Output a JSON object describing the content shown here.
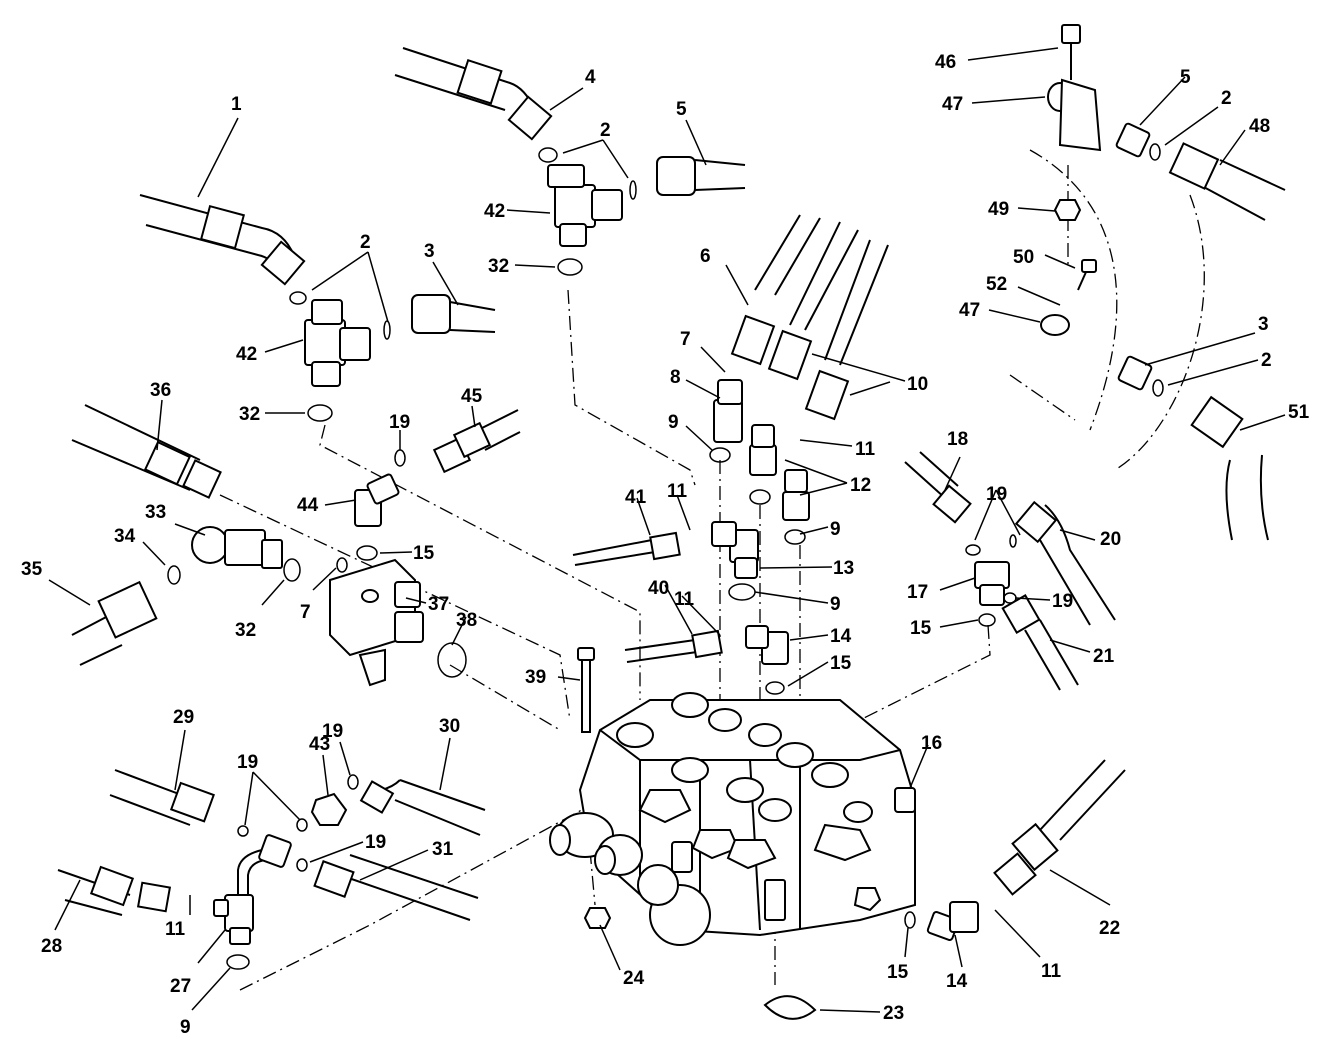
{
  "callouts": [
    {
      "id": "c1",
      "text": "1"
    },
    {
      "id": "c2a",
      "text": "2"
    },
    {
      "id": "c3a",
      "text": "3"
    },
    {
      "id": "c42a",
      "text": "42"
    },
    {
      "id": "c4",
      "text": "4"
    },
    {
      "id": "c2b",
      "text": "2"
    },
    {
      "id": "c5a",
      "text": "5"
    },
    {
      "id": "c42b",
      "text": "42"
    },
    {
      "id": "c32a",
      "text": "32"
    },
    {
      "id": "c6",
      "text": "6"
    },
    {
      "id": "c7a",
      "text": "7"
    },
    {
      "id": "c8",
      "text": "8"
    },
    {
      "id": "c10",
      "text": "10"
    },
    {
      "id": "c9a",
      "text": "9"
    },
    {
      "id": "c11a",
      "text": "11"
    },
    {
      "id": "c12",
      "text": "12"
    },
    {
      "id": "c36",
      "text": "36"
    },
    {
      "id": "c45",
      "text": "45"
    },
    {
      "id": "c32b",
      "text": "32"
    },
    {
      "id": "c19a",
      "text": "19"
    },
    {
      "id": "c44",
      "text": "44"
    },
    {
      "id": "c33",
      "text": "33"
    },
    {
      "id": "c34",
      "text": "34"
    },
    {
      "id": "c35",
      "text": "35"
    },
    {
      "id": "c15a",
      "text": "15"
    },
    {
      "id": "c32c",
      "text": "32"
    },
    {
      "id": "c7b",
      "text": "7"
    },
    {
      "id": "c37",
      "text": "37"
    },
    {
      "id": "c38",
      "text": "38"
    },
    {
      "id": "c41",
      "text": "41"
    },
    {
      "id": "c11b",
      "text": "11"
    },
    {
      "id": "c9b",
      "text": "9"
    },
    {
      "id": "c13",
      "text": "13"
    },
    {
      "id": "c9c",
      "text": "9"
    },
    {
      "id": "c40",
      "text": "40"
    },
    {
      "id": "c11c",
      "text": "11"
    },
    {
      "id": "c14a",
      "text": "14"
    },
    {
      "id": "c15b",
      "text": "15"
    },
    {
      "id": "c39",
      "text": "39"
    },
    {
      "id": "c18",
      "text": "18"
    },
    {
      "id": "c19b",
      "text": "19"
    },
    {
      "id": "c20",
      "text": "20"
    },
    {
      "id": "c17",
      "text": "17"
    },
    {
      "id": "c19c",
      "text": "19"
    },
    {
      "id": "c15c",
      "text": "15"
    },
    {
      "id": "c21",
      "text": "21"
    },
    {
      "id": "c46",
      "text": "46"
    },
    {
      "id": "c47a",
      "text": "47"
    },
    {
      "id": "c5b",
      "text": "5"
    },
    {
      "id": "c2c",
      "text": "2"
    },
    {
      "id": "c48",
      "text": "48"
    },
    {
      "id": "c49",
      "text": "49"
    },
    {
      "id": "c50",
      "text": "50"
    },
    {
      "id": "c52",
      "text": "52"
    },
    {
      "id": "c47b",
      "text": "47"
    },
    {
      "id": "c3b",
      "text": "3"
    },
    {
      "id": "c2d",
      "text": "2"
    },
    {
      "id": "c51",
      "text": "51"
    },
    {
      "id": "c29",
      "text": "29"
    },
    {
      "id": "c30",
      "text": "30"
    },
    {
      "id": "c19d",
      "text": "19"
    },
    {
      "id": "c43",
      "text": "43"
    },
    {
      "id": "c19e",
      "text": "19"
    },
    {
      "id": "c19f",
      "text": "19"
    },
    {
      "id": "c31",
      "text": "31"
    },
    {
      "id": "c28",
      "text": "28"
    },
    {
      "id": "c11d",
      "text": "11"
    },
    {
      "id": "c27",
      "text": "27"
    },
    {
      "id": "c9d",
      "text": "9"
    },
    {
      "id": "c16",
      "text": "16"
    },
    {
      "id": "c24",
      "text": "24"
    },
    {
      "id": "c22",
      "text": "22"
    },
    {
      "id": "c15d",
      "text": "15"
    },
    {
      "id": "c14b",
      "text": "14"
    },
    {
      "id": "c11e",
      "text": "11"
    },
    {
      "id": "c23",
      "text": "23"
    }
  ]
}
